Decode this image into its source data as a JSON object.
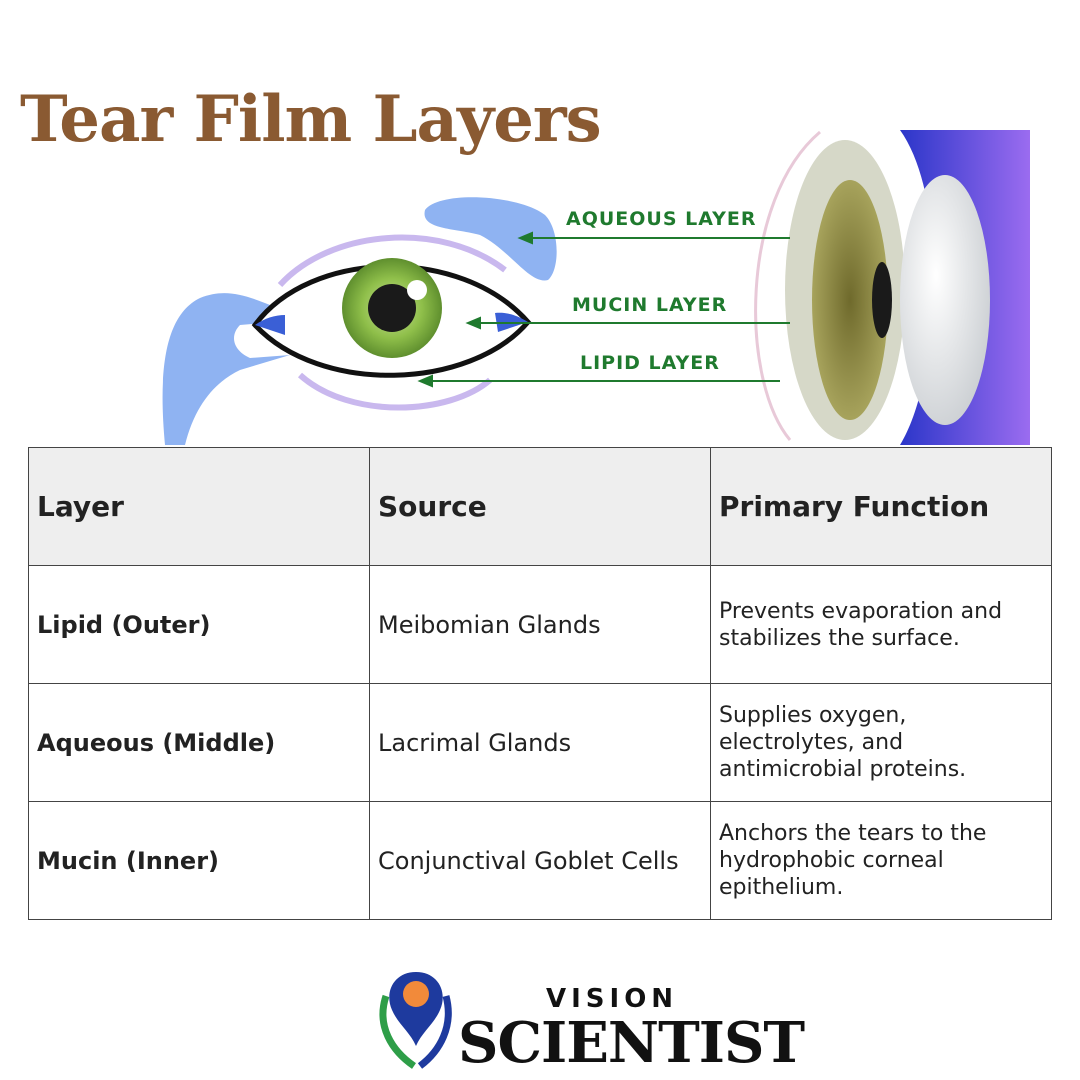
{
  "title": "Tear Film Layers",
  "diagram": {
    "labels": [
      "AQUEOUS LAYER",
      "MUCIN LAYER",
      "LIPID LAYER"
    ]
  },
  "table": {
    "headers": [
      "Layer",
      "Source",
      "Primary Function"
    ],
    "rows": [
      [
        "Lipid (Outer)",
        "Meibomian Glands",
        "Prevents evaporation and stabilizes the surface."
      ],
      [
        "Aqueous (Middle)",
        "Lacrimal Glands",
        "Supplies oxygen, electrolytes, and antimicrobial proteins."
      ],
      [
        "Mucin (Inner)",
        "Conjunctival Goblet Cells",
        "Anchors the tears to the hydrophobic corneal epithelium."
      ]
    ]
  },
  "logo": {
    "top": "VISION",
    "bottom": "SCIENTIST"
  },
  "colors": {
    "title": "#8a5a32",
    "arrow_green": "#1f7a2e",
    "iris_green": "#7fae3e",
    "gland_blue": "#8fb3f2",
    "cornea_blue": "#3a4fd6"
  }
}
